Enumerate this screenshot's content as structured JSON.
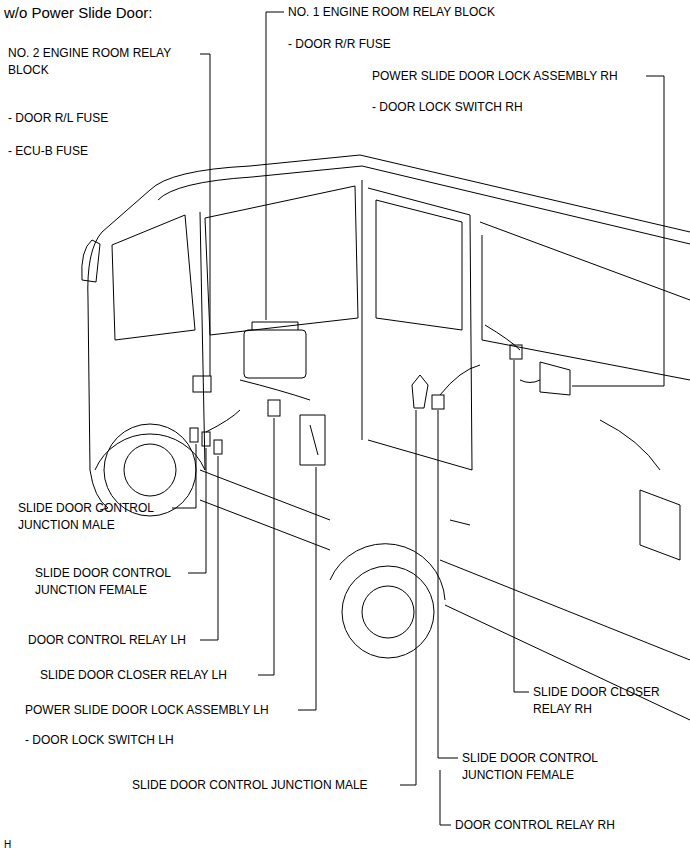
{
  "diagram": {
    "title": "w/o Power Slide Door:",
    "labels": [
      "NO. 2 ENGINE ROOM RELAY BLOCK",
      "- DOOR R/L FUSE",
      "- ECU-B FUSE",
      "NO. 1 ENGINE ROOM RELAY BLOCK",
      "- DOOR R/R FUSE",
      "POWER SLIDE DOOR LOCK ASSEMBLY RH",
      "- DOOR LOCK SWITCH RH",
      "SLIDE DOOR CONTROL JUNCTION MALE",
      "SLIDE DOOR CONTROL JUNCTION FEMALE",
      "DOOR CONTROL RELAY LH",
      "SLIDE DOOR CLOSER RELAY LH",
      "POWER SLIDE DOOR LOCK ASSEMBLY LH",
      "- DOOR LOCK SWITCH LH",
      "SLIDE DOOR CONTROL JUNCTION MALE",
      "SLIDE DOOR CLOSER RELAY RH",
      "SLIDE DOOR CONTROL JUNCTION FEMALE",
      "DOOR CONTROL RELAY RH",
      "H"
    ]
  }
}
